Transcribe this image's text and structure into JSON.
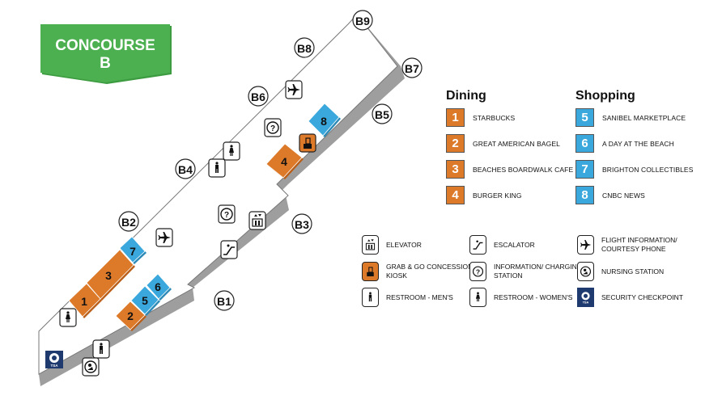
{
  "banner": {
    "line1": "CONCOURSE",
    "line2": "B",
    "color": "#4caf50"
  },
  "gates": [
    {
      "id": "B1"
    },
    {
      "id": "B2"
    },
    {
      "id": "B3"
    },
    {
      "id": "B4"
    },
    {
      "id": "B5"
    },
    {
      "id": "B6"
    },
    {
      "id": "B7"
    },
    {
      "id": "B8"
    },
    {
      "id": "B9"
    }
  ],
  "map_units": [
    {
      "num": "1",
      "kind": "dining"
    },
    {
      "num": "2",
      "kind": "dining"
    },
    {
      "num": "3",
      "kind": "dining"
    },
    {
      "num": "4",
      "kind": "dining"
    },
    {
      "num": "5",
      "kind": "shopping"
    },
    {
      "num": "6",
      "kind": "shopping"
    },
    {
      "num": "7",
      "kind": "shopping"
    },
    {
      "num": "8",
      "kind": "shopping"
    }
  ],
  "legend": {
    "dining": {
      "title": "Dining",
      "color": "#dd7a2a",
      "items": [
        {
          "num": "1",
          "name": "STARBUCKS"
        },
        {
          "num": "2",
          "name": "GREAT AMERICAN BAGEL"
        },
        {
          "num": "3",
          "name": "BEACHES BOARDWALK CAFE"
        },
        {
          "num": "4",
          "name": "BURGER KING"
        }
      ]
    },
    "shopping": {
      "title": "Shopping",
      "color": "#3aa8dc",
      "items": [
        {
          "num": "5",
          "name": "SANIBEL MARKETPLACE"
        },
        {
          "num": "6",
          "name": "A DAY AT THE BEACH"
        },
        {
          "num": "7",
          "name": "BRIGHTON COLLECTIBLES"
        },
        {
          "num": "8",
          "name": "CNBC NEWS"
        }
      ]
    },
    "icons": [
      {
        "icon": "elevator-icon",
        "label": "ELEVATOR"
      },
      {
        "icon": "escalator-icon",
        "label": "ESCALATOR"
      },
      {
        "icon": "airplane-icon",
        "label": "FLIGHT INFORMATION/ COURTESY PHONE"
      },
      {
        "icon": "grab-and-go-kiosk-icon",
        "label": "GRAB & GO CONCESSION KIOSK"
      },
      {
        "icon": "information-icon",
        "label": "INFORMATION/ CHARGING STATION"
      },
      {
        "icon": "nursing-station-icon",
        "label": "NURSING STATION"
      },
      {
        "icon": "restroom-men-icon",
        "label": "RESTROOM - MEN'S"
      },
      {
        "icon": "restroom-women-icon",
        "label": "RESTROOM - WOMEN'S"
      },
      {
        "icon": "security-checkpoint-icon",
        "label": "SECURITY CHECKPOINT",
        "badge_text": "TSA"
      }
    ]
  }
}
